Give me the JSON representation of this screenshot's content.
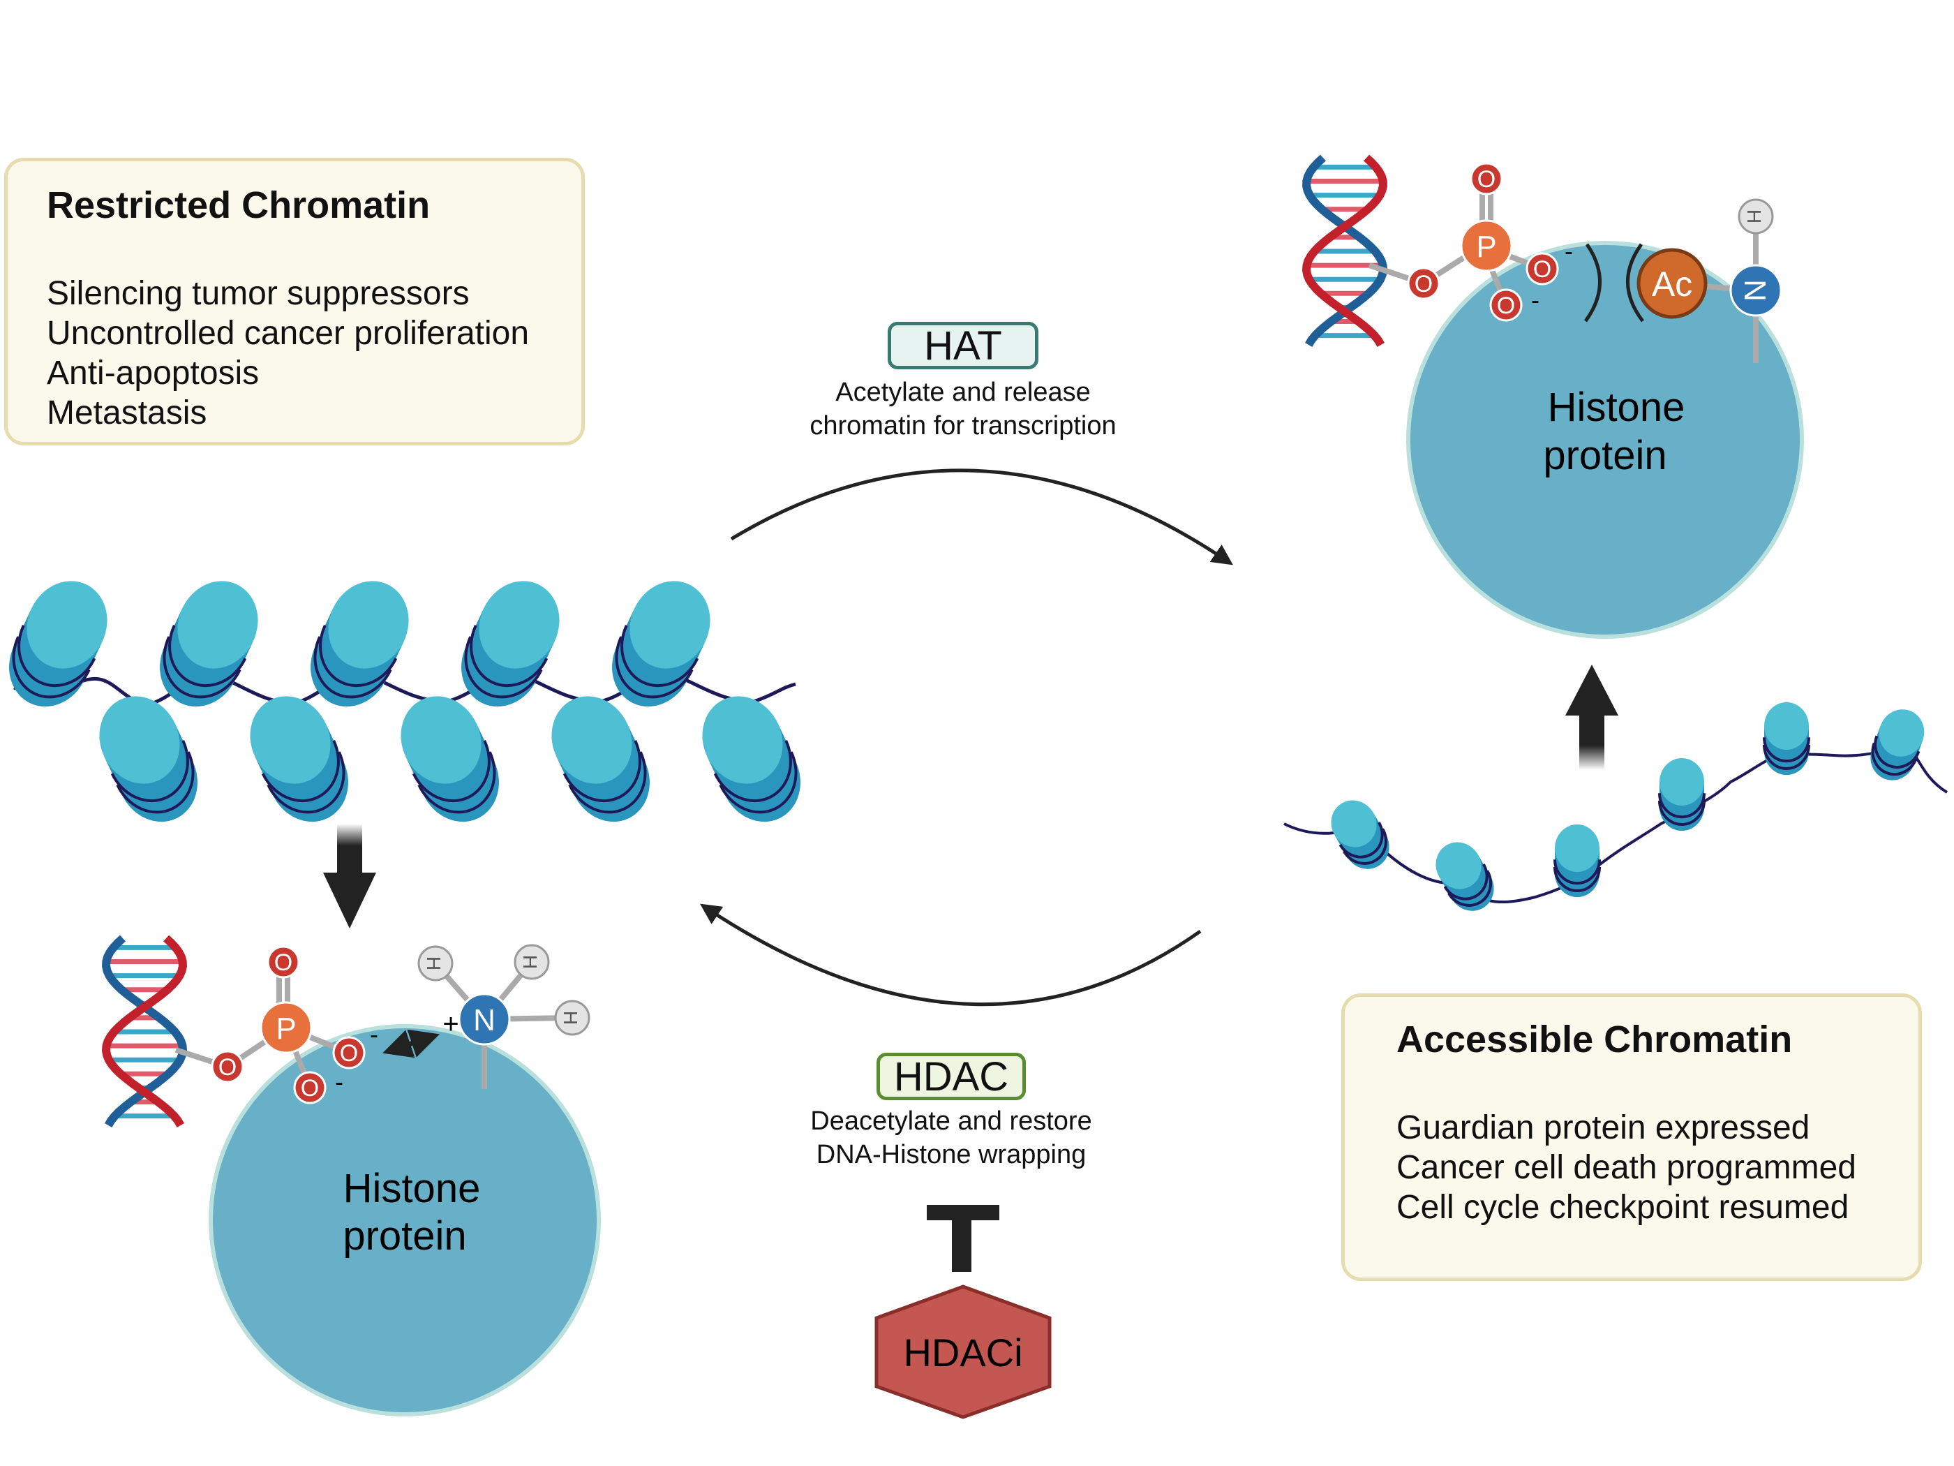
{
  "restricted": {
    "title": "Restricted Chromatin",
    "items": [
      "Silencing tumor suppressors",
      "Uncontrolled cancer proliferation",
      "Anti-apoptosis",
      "Metastasis"
    ]
  },
  "accessible": {
    "title": "Accessible Chromatin",
    "items": [
      "Guardian protein expressed",
      "Cancer cell death programmed",
      "Cell cycle checkpoint resumed"
    ]
  },
  "hat": {
    "label": "HAT",
    "desc_line1": "Acetylate and release",
    "desc_line2": "chromatin for transcription"
  },
  "hdac": {
    "label": "HDAC",
    "desc_line1": "Deacetylate and restore",
    "desc_line2": "DNA-Histone wrapping"
  },
  "hdaci": {
    "label": "HDACi"
  },
  "histone_left": {
    "line1": "Histone",
    "line2": "protein"
  },
  "histone_right": {
    "line1": "Histone",
    "line2": "protein"
  },
  "atoms": {
    "oxygen": "O",
    "phosphorus": "P",
    "nitrogen": "N",
    "hydrogen": "H",
    "acetyl": "Ac",
    "plus": "+",
    "minus": "-"
  },
  "colors": {
    "box_fill": "#fbf9ec",
    "box_border": "#e6dcad",
    "histone": "#68afc8",
    "histone_rim": "#b9e0dc",
    "nucleosome": "#4fbfd3",
    "nucleosome_dark": "#2a96be",
    "dna_strand": "#1e1a5a",
    "oxygen": "#c8382e",
    "phosphorus": "#e7703c",
    "nitrogen": "#2f74b3",
    "hydrogen": "#e4e4e4",
    "acetyl": "#cf6a2c",
    "hat_fill": "#e7f3f1",
    "hat_border": "#3a7a70",
    "hdac_fill": "#eef6e2",
    "hdac_border": "#5a8d2f",
    "hdaci_fill": "#c45752",
    "hdaci_border": "#8a2e2a"
  }
}
